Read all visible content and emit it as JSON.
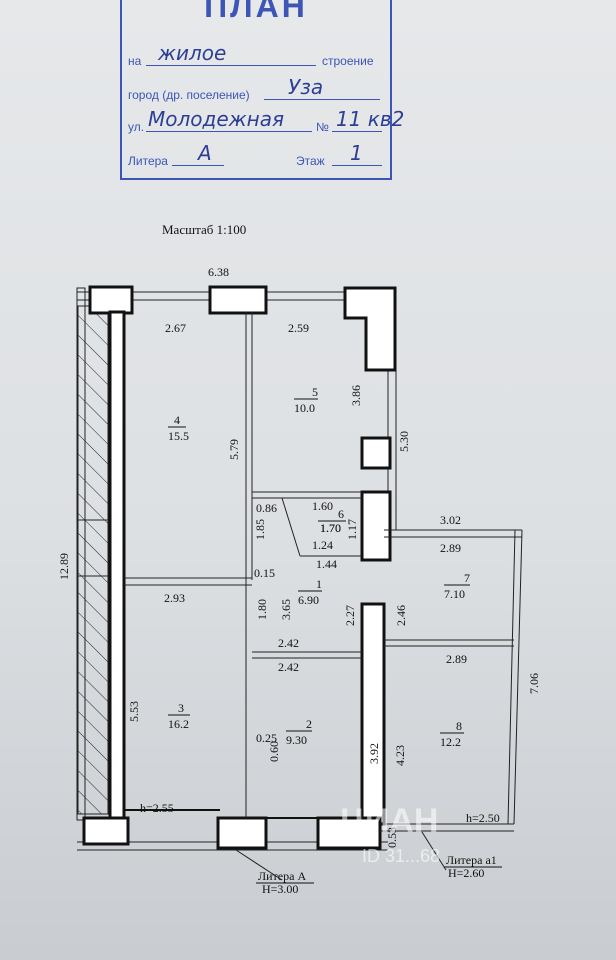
{
  "stamp": {
    "title": "ПЛАН",
    "na_label": "на",
    "na_value": "жилое",
    "stroenie_label": "строение",
    "city_label": "город (др. поселение)",
    "city_value": "Уза",
    "street_label": "ул.",
    "street_value": "Молодежная",
    "number_label": "№",
    "number_value": "11 кв2",
    "litera_label": "Литера",
    "litera_value": "А",
    "floor_label": "Этаж",
    "floor_value": "1"
  },
  "scale": "Масштаб 1:100",
  "plan": {
    "dims": {
      "top_width": "6.38",
      "left_height": "12.89",
      "d_267": "2.67",
      "d_259": "2.59",
      "d_386": "3.86",
      "d_530": "5.30",
      "d_579": "5.79",
      "d_086": "0.86",
      "d_160": "1.60",
      "d_170": "1.70",
      "d_185": "1.85",
      "d_117": "1.17",
      "d_124": "1.24",
      "d_302": "3.02",
      "d_289a": "2.89",
      "d_015": "0.15",
      "d_144": "1.44",
      "d_293": "2.93",
      "d_180": "1.80",
      "d_365": "3.65",
      "d_227": "2.27",
      "d_246": "2.46",
      "d_242a": "2.42",
      "d_242b": "2.42",
      "d_289b": "2.89",
      "d_706": "7.06",
      "d_553": "5.53",
      "d_025": "0.25",
      "d_060": "0.60",
      "d_392": "3.92",
      "d_423": "4.23",
      "d_053": "0.53"
    },
    "rooms": [
      {
        "num": "4",
        "area": "15.5"
      },
      {
        "num": "5",
        "area": "10.0"
      },
      {
        "num": "6",
        "area": "1.70"
      },
      {
        "num": "1",
        "area": "6.90"
      },
      {
        "num": "7",
        "area": "7.10"
      },
      {
        "num": "3",
        "area": "16.2"
      },
      {
        "num": "2",
        "area": "9.30"
      },
      {
        "num": "8",
        "area": "12.2"
      }
    ],
    "h_left": "h=2.55",
    "h_right": "h=2.50",
    "litera_a": "Литера А",
    "litera_a_h": "Н=3.00",
    "litera_a1": "Литера а1",
    "litera_a1_h": "Н=2.60"
  },
  "watermark": {
    "brand": "ЦИАН",
    "id": "ID 31...68"
  }
}
